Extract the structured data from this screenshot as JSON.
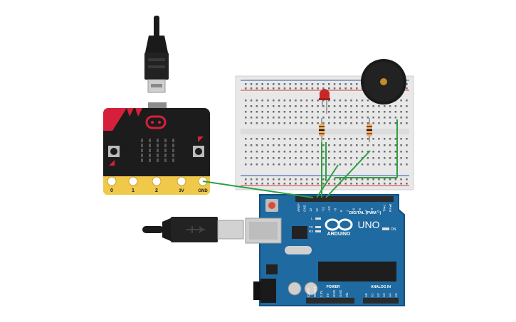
{
  "microbit": {
    "pins": [
      "0",
      "1",
      "2",
      "3V",
      "GND"
    ],
    "colors": {
      "board": "#1c1c1c",
      "accent": "#d6203b",
      "pad": "#e8c552",
      "led": "#555555"
    }
  },
  "arduino": {
    "logo": "ARDUINO",
    "model": "UNO",
    "on_label": "ON",
    "l_label": "L",
    "tx_label": "TX",
    "rx_label": "RX",
    "digital_label": "DIGITAL (PWM ~)",
    "power_label": "POWER",
    "analog_label": "ANALOG IN",
    "top_pins": [
      "AREF",
      "GND",
      "13",
      "12",
      "~11",
      "~10",
      "~9",
      "8",
      "7",
      "~6",
      "~5",
      "4",
      "~3",
      "2",
      "TX▸1",
      "RX◂0"
    ],
    "power_pins": [
      "IOREF",
      "RESET",
      "3.3V",
      "5V",
      "GND",
      "GND",
      "Vin"
    ],
    "analog_pins": [
      "A0",
      "A1",
      "A2",
      "A3",
      "A4",
      "A5"
    ],
    "colors": {
      "board": "#1f6aa0",
      "board_dark": "#14507d",
      "header": "#2b2b2b",
      "reset": "#d94c3d"
    }
  },
  "breadboard": {
    "colors": {
      "body": "#e8e8e8",
      "hole": "#6d6d6d",
      "rail_red": "#d33b3b",
      "rail_blue": "#2e5aa8"
    }
  },
  "components": {
    "led_color": "#c62828",
    "buzzer_color": "#1a1a1a",
    "buzzer_center": "#c48b2a",
    "resistor_color": "#e0b26a"
  },
  "wires": {
    "color": "#2ea043"
  }
}
